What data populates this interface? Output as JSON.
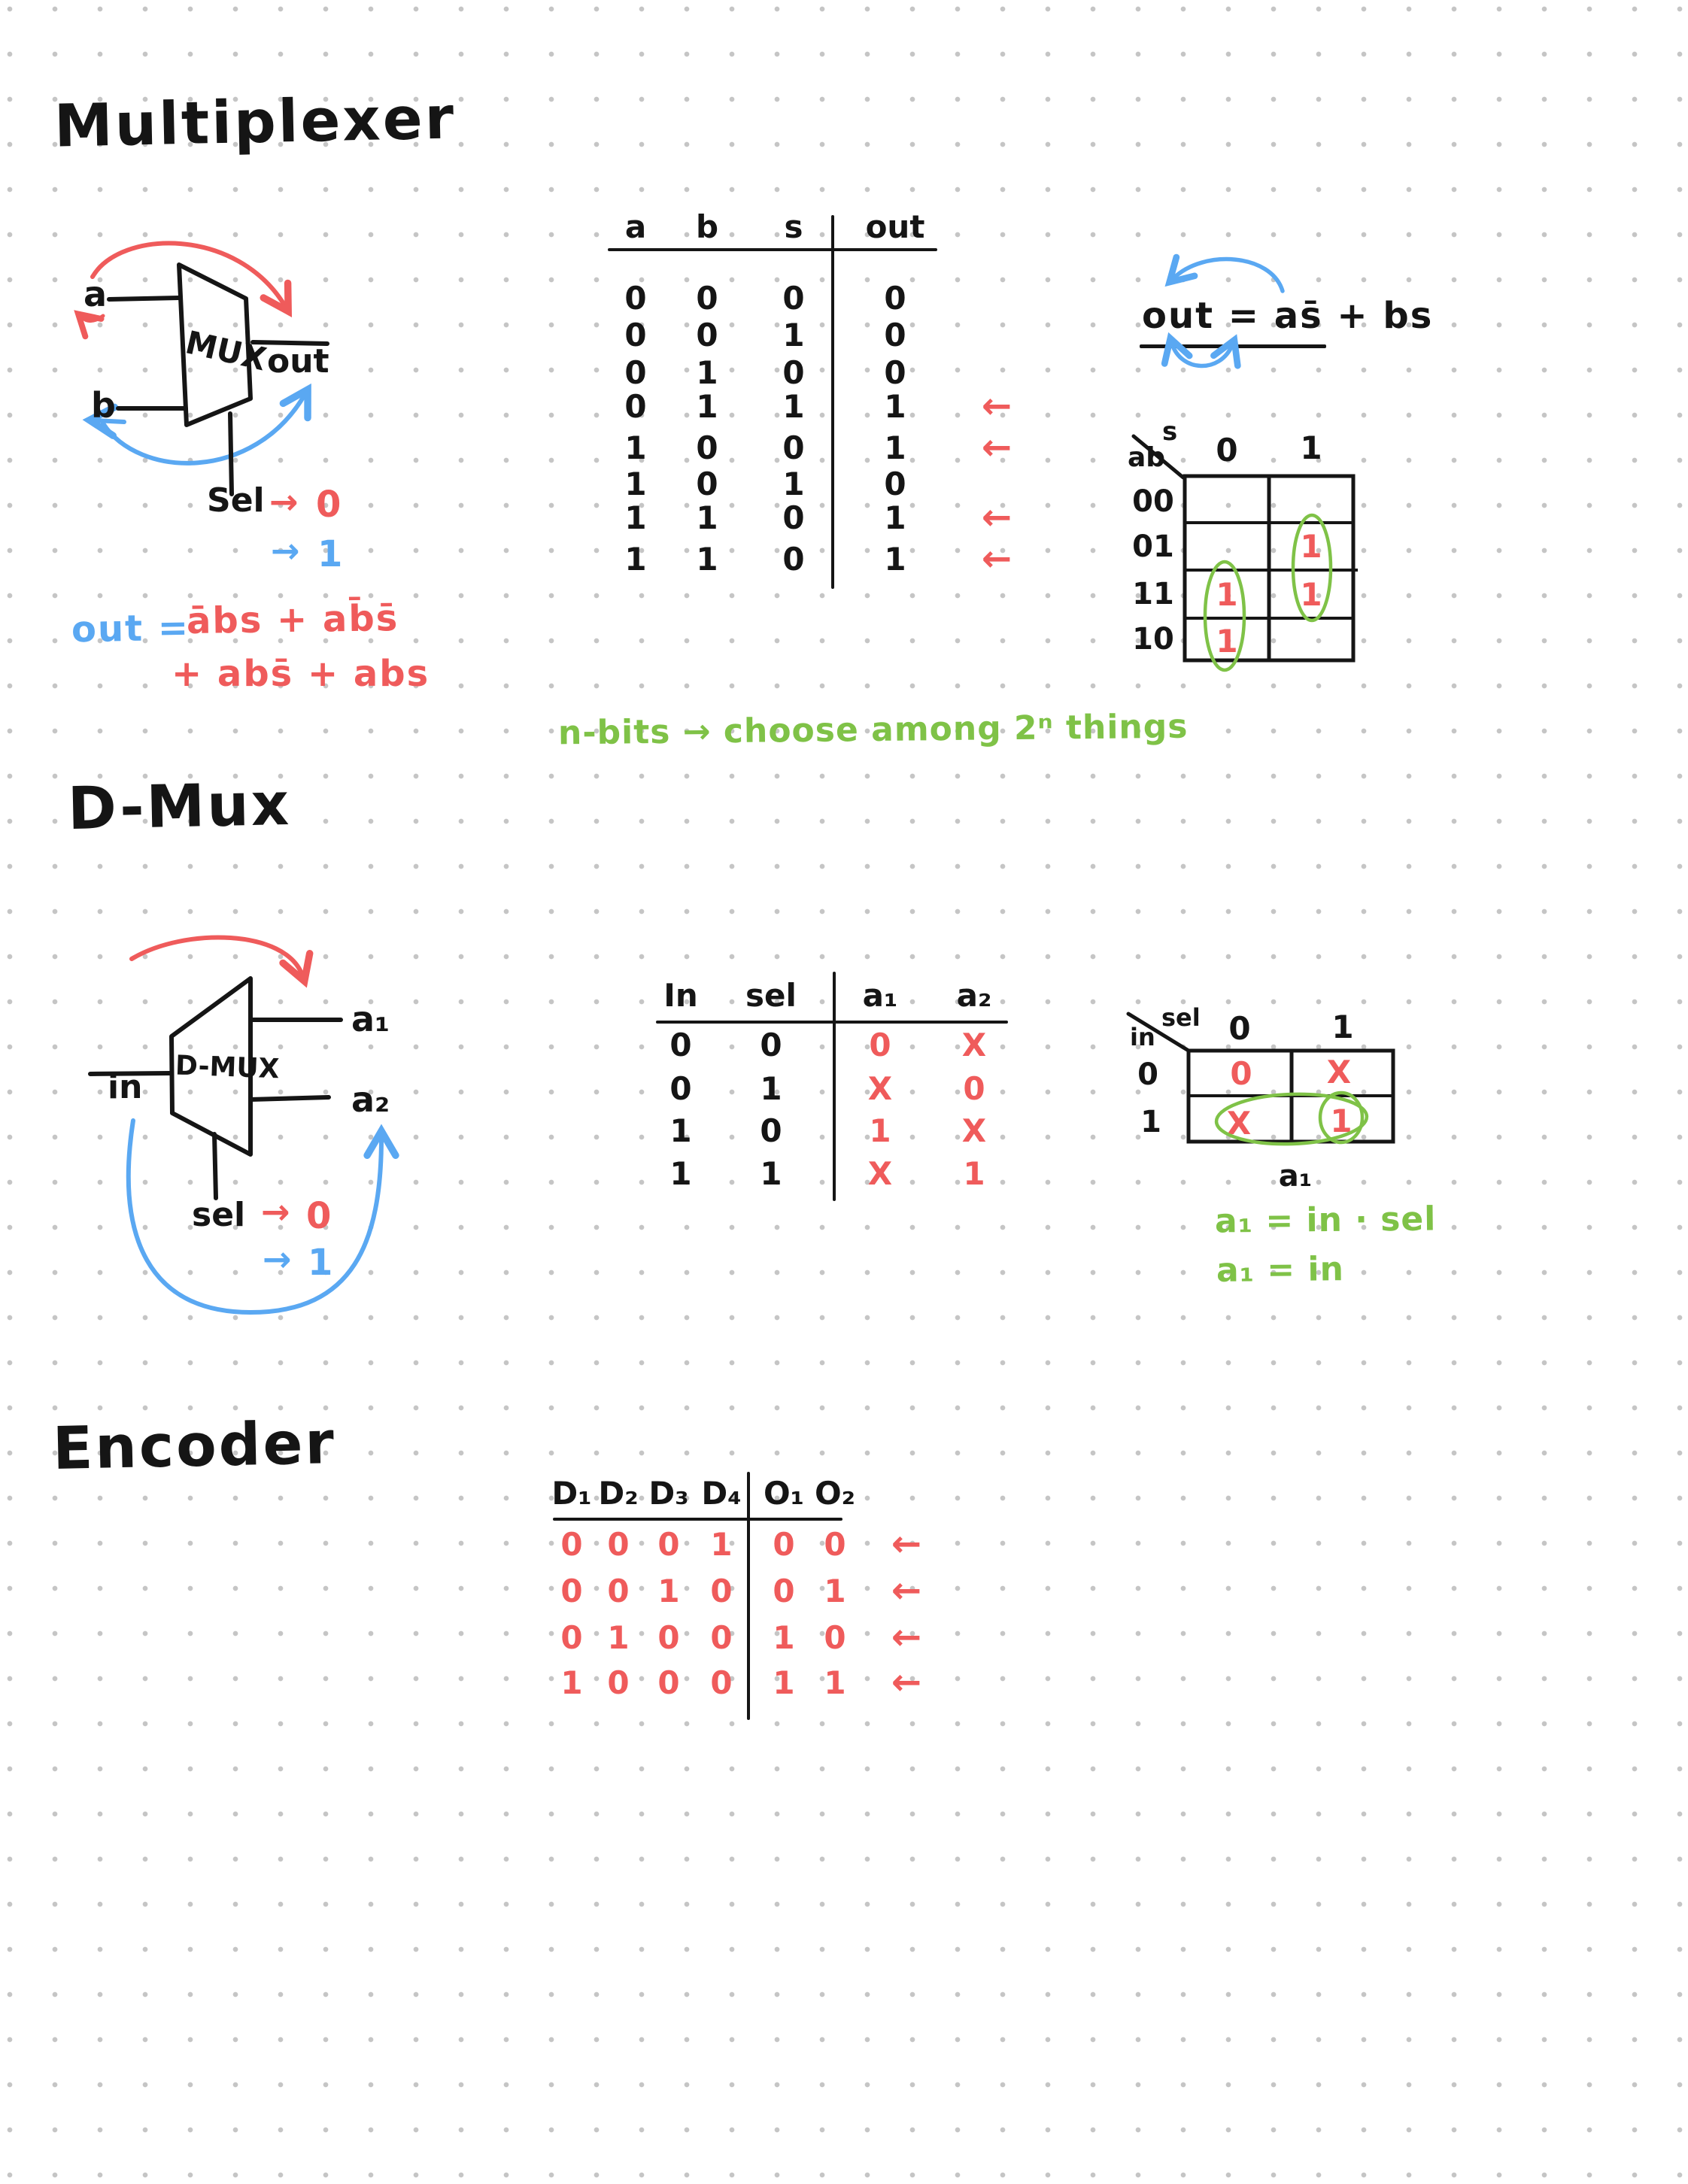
{
  "colors": {
    "ink": "#151515",
    "red": "#ef5b5b",
    "blue": "#5aa8f2",
    "green": "#7fc247",
    "dot": "#c5c5c5"
  },
  "mux": {
    "title": "Multiplexer",
    "diagram": {
      "label": "MUX",
      "input_a": "a",
      "input_b": "b",
      "output": "out",
      "sel": "Sel",
      "arrow": "→",
      "sel0": "0",
      "sel1": "1"
    },
    "sop": {
      "lhs": "out =",
      "line1": "ābs + ab̄s̄",
      "line2": "+ abs̄ + abs"
    },
    "table": {
      "headers": [
        "a",
        "b",
        "s",
        "out"
      ],
      "rows": [
        [
          "0",
          "0",
          "0",
          "0"
        ],
        [
          "0",
          "0",
          "1",
          "0"
        ],
        [
          "0",
          "1",
          "0",
          "0"
        ],
        [
          "0",
          "1",
          "1",
          "1"
        ],
        [
          "1",
          "0",
          "0",
          "1"
        ],
        [
          "1",
          "0",
          "1",
          "0"
        ],
        [
          "1",
          "1",
          "0",
          "1"
        ],
        [
          "1",
          "1",
          "0",
          "1"
        ]
      ],
      "arrow": "←"
    },
    "simplified": "out =  as̄ + bs",
    "kmap": {
      "corner_row": "ab",
      "corner_col": "s",
      "cols": [
        "0",
        "1"
      ],
      "rows": [
        "00",
        "01",
        "11",
        "10"
      ],
      "cells": [
        [
          "",
          ""
        ],
        [
          "",
          "1"
        ],
        [
          "1",
          "1"
        ],
        [
          "1",
          ""
        ]
      ]
    },
    "note": "n-bits → choose among 2ⁿ things"
  },
  "dmux": {
    "title": "D-Mux",
    "diagram": {
      "label": "D-MUX",
      "input": "in",
      "out1": "a₁",
      "out2": "a₂",
      "sel": "sel",
      "arrow": "→",
      "sel0": "0",
      "sel1": "1"
    },
    "table": {
      "headers": [
        "In",
        "sel",
        "a₁",
        "a₂"
      ],
      "rows": [
        [
          "0",
          "0",
          "0",
          "X"
        ],
        [
          "0",
          "1",
          "X",
          "0"
        ],
        [
          "1",
          "0",
          "1",
          "X"
        ],
        [
          "1",
          "1",
          "X",
          "1"
        ]
      ]
    },
    "kmap": {
      "corner_row": "in",
      "corner_col": "sel",
      "cols": [
        "0",
        "1"
      ],
      "rows": [
        "0",
        "1"
      ],
      "cells": [
        [
          "0",
          "X"
        ],
        [
          "X",
          "1"
        ]
      ],
      "below": "a₁"
    },
    "eq1": "a₁ = in ∙ sel",
    "eq2": "a₁ = in"
  },
  "encoder": {
    "title": "Encoder",
    "table": {
      "headers": [
        "D₁",
        "D₂",
        "D₃",
        "D₄",
        "O₁",
        "O₂"
      ],
      "rows": [
        [
          "0",
          "0",
          "0",
          "1",
          "0",
          "0"
        ],
        [
          "0",
          "0",
          "1",
          "0",
          "0",
          "1"
        ],
        [
          "0",
          "1",
          "0",
          "0",
          "1",
          "0"
        ],
        [
          "1",
          "0",
          "0",
          "0",
          "1",
          "1"
        ]
      ],
      "arrow": "←"
    }
  }
}
